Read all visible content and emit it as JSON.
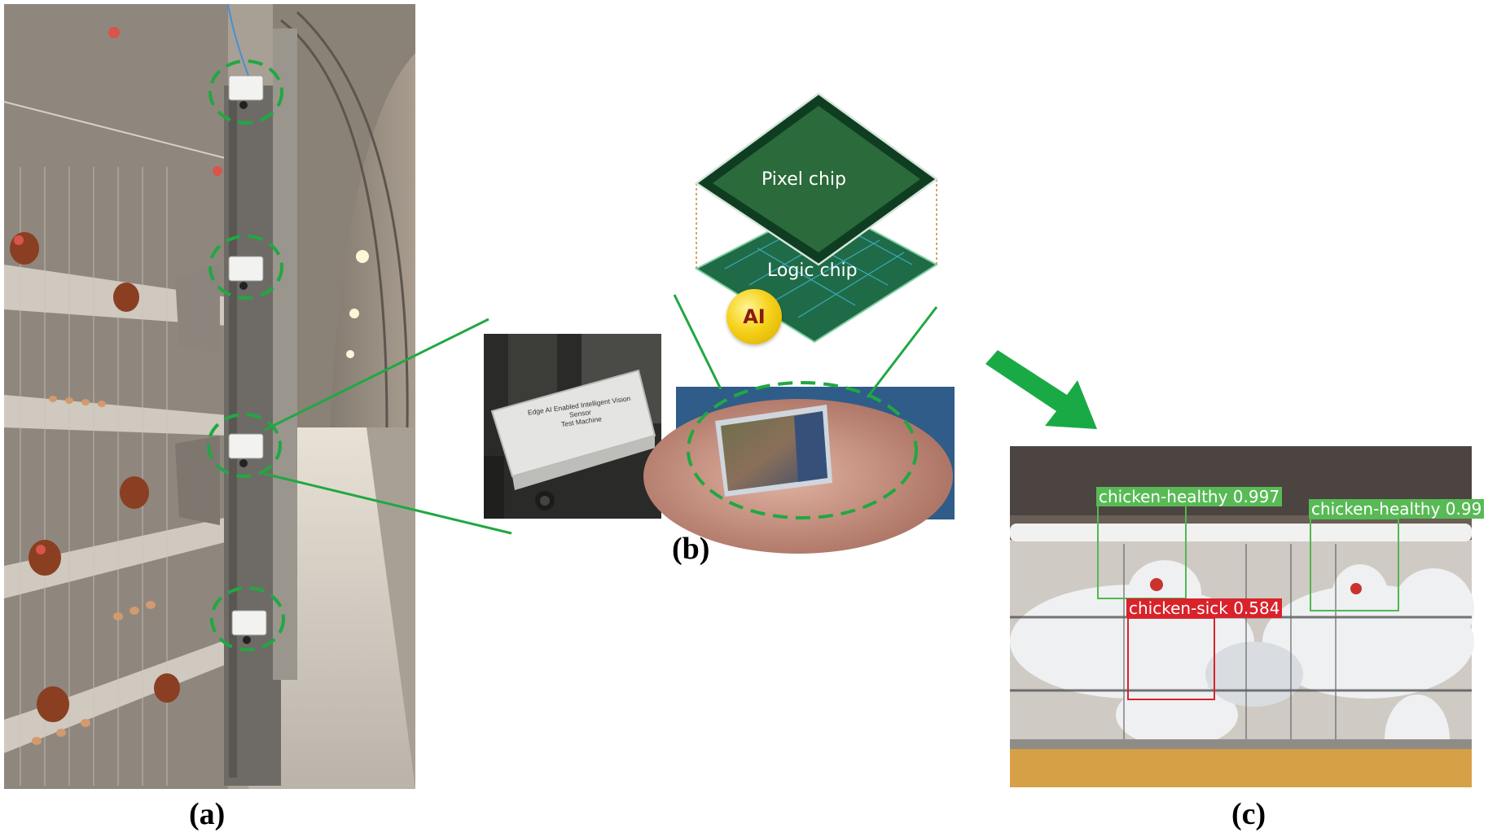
{
  "captions": {
    "a": "(a)",
    "b": "(b)",
    "c": "(c)"
  },
  "chip": {
    "pixel_label": "Pixel chip",
    "logic_label": "Logic chip",
    "ai_badge": "AI"
  },
  "device": {
    "label_line1": "Edge AI Enabled Intelligent Vision Sensor",
    "label_line2": "Test Machine"
  },
  "detections": [
    {
      "label": "chicken-healthy 0.997",
      "status": "healthy"
    },
    {
      "label": "chicken-healthy 0.99",
      "status": "healthy"
    },
    {
      "label": "chicken-sick 0.584",
      "status": "sick"
    }
  ],
  "colors": {
    "highlight_green": "#20a842",
    "healthy_green": "#58ba55",
    "sick_red": "#d9222a",
    "arrow_green": "#1aaa45"
  }
}
